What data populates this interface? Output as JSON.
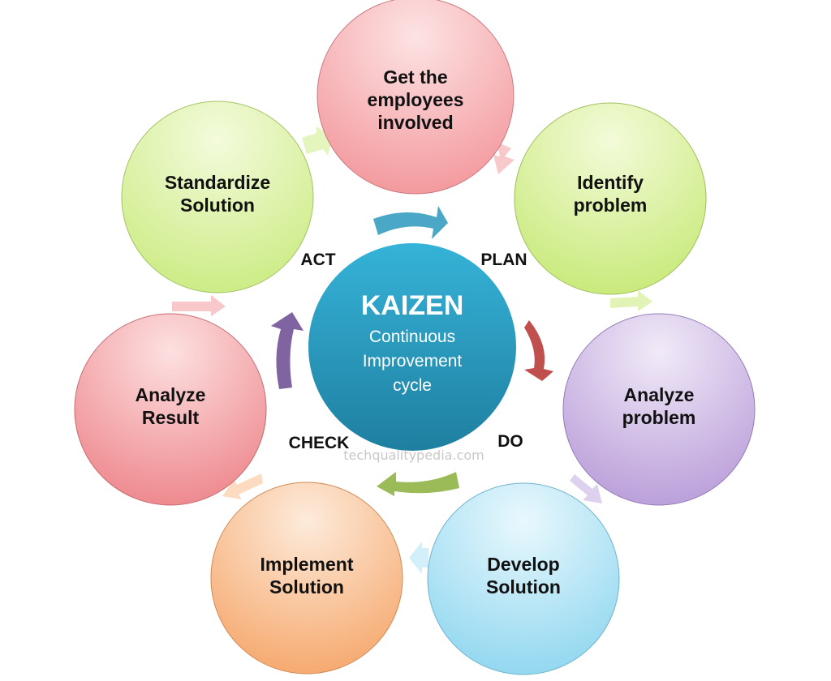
{
  "center": {
    "title": "KAIZEN",
    "subtitle_lines": [
      "Continuous",
      "Improvement",
      "cycle"
    ]
  },
  "phases": {
    "plan": "PLAN",
    "do": "DO",
    "check": "CHECK",
    "act": "ACT"
  },
  "steps": [
    {
      "lines": [
        "Get the",
        "employees",
        "involved"
      ],
      "color": "#f7a5a8"
    },
    {
      "lines": [
        "Identify",
        "problem"
      ],
      "color": "#d4f08f"
    },
    {
      "lines": [
        "Analyze",
        "problem"
      ],
      "color": "#c9b2e2"
    },
    {
      "lines": [
        "Develop",
        "Solution"
      ],
      "color": "#a8e2f4"
    },
    {
      "lines": [
        "Implement",
        "Solution"
      ],
      "color": "#f9be8c"
    },
    {
      "lines": [
        "Analyze",
        "Result"
      ],
      "color": "#f39a9d"
    },
    {
      "lines": [
        "Standardize",
        "Solution"
      ],
      "color": "#d7f19c"
    }
  ],
  "watermark": "techqualitypedia.com"
}
